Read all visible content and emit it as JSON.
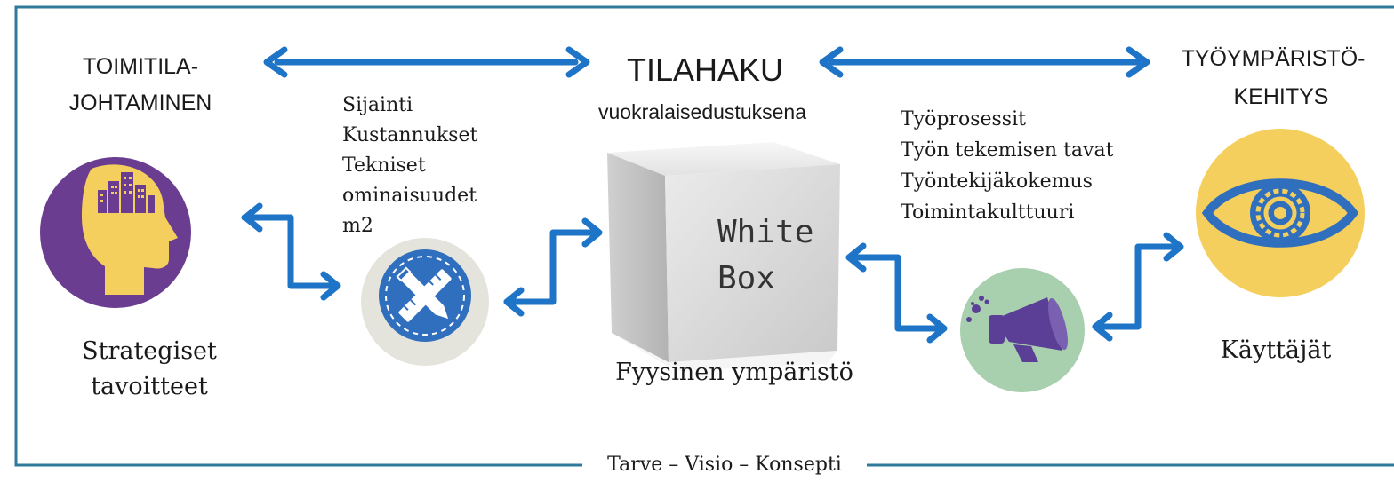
{
  "title": "TILAHAKU",
  "subtitle": "vuokralaisedustuksena",
  "left_heading": [
    "TOIMITILA-",
    "JOHTAMINEN"
  ],
  "right_heading": [
    "TYÖYMPÄRISTÖ-",
    "KEHITYS"
  ],
  "left_caption": [
    "Strategiset",
    "tavoitteet"
  ],
  "right_caption": "Käyttäjät",
  "criteria": [
    "Sijainti",
    "Kustannukset",
    "Tekniset",
    "ominaisuudet",
    "m2"
  ],
  "work_topics": [
    "Työprosessit",
    "Työn tekemisen tavat",
    "Työntekijäkokemus",
    "Toimintakulttuuri"
  ],
  "box_label": [
    "White",
    "Box"
  ],
  "box_caption": "Fyysinen ympäristö",
  "footer": "Tarve – Visio – Konsepti",
  "colors": {
    "frame": "#2f7a9a",
    "arrow": "#1e74c6",
    "purple": "#6a3d90",
    "yellow": "#f5cf5e",
    "gray_circle": "#e4e3dc",
    "blue_badge": "#2f6fbd",
    "green_circle": "#a8cfae",
    "megaphone": "#5b3f96"
  },
  "icons": [
    "head-buildings-icon",
    "ruler-pencil-icon",
    "white-box-cube",
    "megaphone-icon",
    "eye-gear-icon"
  ]
}
